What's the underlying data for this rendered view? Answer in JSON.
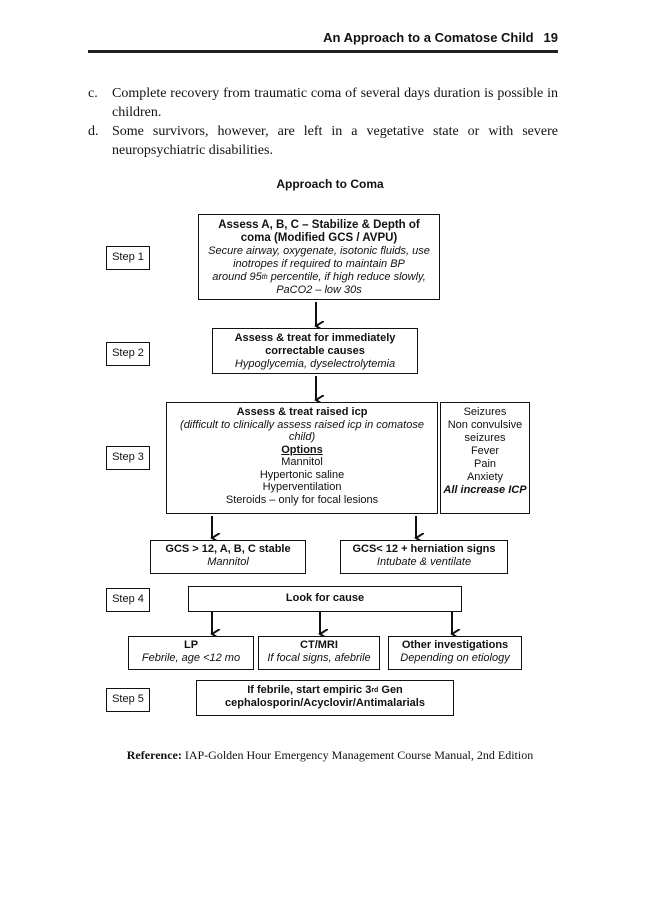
{
  "header": {
    "title": "An Approach to a Comatose Child",
    "page": "19"
  },
  "items": [
    {
      "marker": "c.",
      "text": "Complete recovery from traumatic coma of several days duration is possible in children."
    },
    {
      "marker": "d.",
      "text": "Some survivors, however, are left in a vegetative state or with severe neuropsychiatric disabilities."
    }
  ],
  "flowchart": {
    "title": "Approach to Coma",
    "steps": [
      "Step 1",
      "Step 2",
      "Step 3",
      "Step 4",
      "Step 5"
    ],
    "box1": {
      "title": "Assess A, B, C – Stabilize & Depth of coma (Modified GCS / AVPU)",
      "line1": "Secure airway, oxygenate, isotonic fluids, use inotropes if required to maintain BP",
      "line2a": "around 95",
      "line2sup": "th",
      "line2b": " percentile, if high reduce slowly,",
      "line3": "PaCO2 – low 30s"
    },
    "box2": {
      "title": "Assess & treat for immediately correctable causes",
      "detail": "Hypoglycemia, dyselectrolytemia"
    },
    "box3": {
      "title": "Assess & treat raised icp",
      "detail": "(difficult to clinically assess raised icp in comatose child)",
      "options_label": "Options",
      "options": [
        "Mannitol",
        "Hypertonic saline",
        "Hyperventilation",
        "Steroids – only for focal lesions"
      ]
    },
    "box3side": {
      "items": [
        "Seizures",
        "Non convulsive seizures",
        "Fever",
        "Pain",
        "Anxiety"
      ],
      "note": "All increase ICP"
    },
    "gcs_high": {
      "title": "GCS > 12, A, B, C stable",
      "detail": "Mannitol"
    },
    "gcs_low": {
      "title": "GCS< 12 + herniation signs",
      "detail": "Intubate & ventilate"
    },
    "cause": "Look for cause",
    "lp": {
      "title": "LP",
      "detail": "Febrile, age <12 mo"
    },
    "ct": {
      "title": "CT/MRI",
      "detail": "If focal signs, afebrile"
    },
    "other": {
      "title": "Other investigations",
      "detail": "Depending on etiology"
    },
    "box5": {
      "line1a": "If febrile, start empiric 3",
      "sup": "rd",
      "line1b": " Gen",
      "line2": "cephalosporin/Acyclovir/Antimalarials"
    }
  },
  "reference": {
    "label": "Reference:",
    "text": "IAP-Golden Hour Emergency Management Course Manual, 2nd Edition"
  }
}
